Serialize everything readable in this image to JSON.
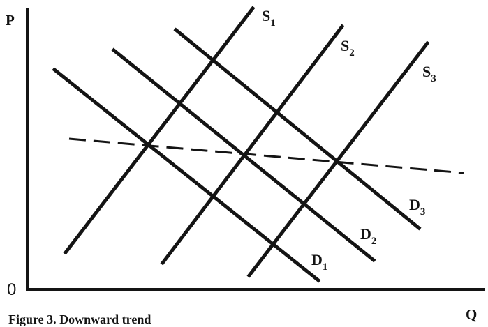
{
  "figure": {
    "caption": "Figure 3. Downward trend"
  },
  "axes": {
    "y_label": "P",
    "x_label": "Q",
    "origin_label": "0"
  },
  "supply_curves": [
    {
      "letter": "S",
      "subscript": "1"
    },
    {
      "letter": "S",
      "subscript": "2"
    },
    {
      "letter": "S",
      "subscript": "3"
    }
  ],
  "demand_curves": [
    {
      "letter": "D",
      "subscript": "1"
    },
    {
      "letter": "D",
      "subscript": "2"
    },
    {
      "letter": "D",
      "subscript": "3"
    }
  ],
  "trend_line": {
    "style": "dashed",
    "direction": "downward"
  }
}
